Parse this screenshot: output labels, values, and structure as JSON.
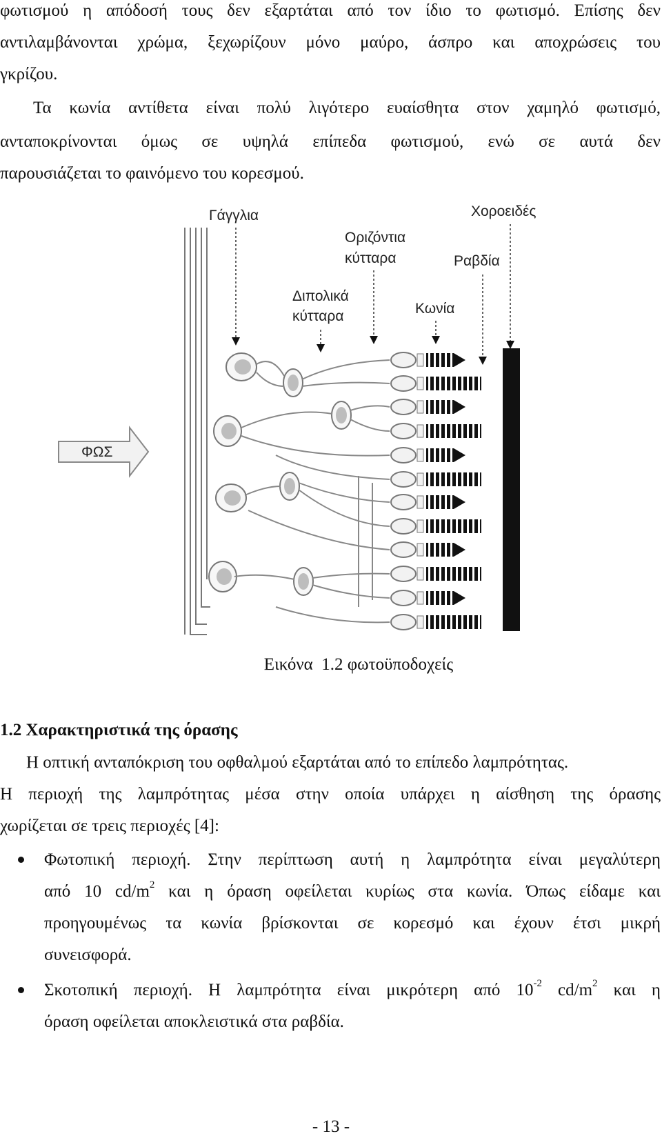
{
  "intro": {
    "line1": "φωτισμού η απόδοσή τους δεν εξαρτάται από τον ίδιο το φωτισμό. Επίσης δεν",
    "line2": "αντιλαμβάνονται χρώμα, ξεχωρίζουν μόνο μαύρο, άσπρο και αποχρώσεις του",
    "line3": "γκρίζου."
  },
  "para_cones": {
    "line1": "Τα κωνία αντίθετα είναι πολύ λιγότερο ευαίσθητα στον χαμηλό φωτισμό,",
    "line2": "ανταποκρίνονται όμως σε υψηλά επίπεδα φωτισμού, ενώ σε αυτά δεν",
    "line3": "παρουσιάζεται το φαινόμενο του κορεσμού."
  },
  "figure": {
    "labels": {
      "ganglia": "Γάγγλια",
      "choroid": "Χοροειδές",
      "horizontal_1": "Οριζόντια",
      "horizontal_2": "κύτταρα",
      "rods": "Ραβδία",
      "bipolar_1": "Διπολικά",
      "bipolar_2": "κύτταρα",
      "cones": "Κωνία",
      "light": "ΦΩΣ"
    },
    "caption_label": "Εικόνα",
    "caption_text": "1.2 φωτοϋποδοχείς"
  },
  "section": {
    "heading": "1.2 Χαρακτηριστικά της όρασης",
    "line1": "Η οπτική ανταπόκριση του οφθαλμού εξαρτάται από το επίπεδο λαμπρότητας.",
    "line2": "Η περιοχή της λαμπρότητας μέσα στην οποία υπάρχει η αίσθηση της όρασης",
    "line3": "χωρίζεται σε τρεις περιοχές [4]:"
  },
  "bullets": {
    "b1_line1": "Φωτοπική περιοχή. Στην περίπτωση αυτή η λαμπρότητα είναι μεγαλύτερη",
    "b1_line2_pre": "από 10 cd/m",
    "b1_line2_sup": "2",
    "b1_line2_post": " και η όραση οφείλεται κυρίως στα κωνία. Όπως είδαμε και",
    "b1_line3": "προηγουμένως τα κωνία βρίσκονται σε κορεσμό και έχουν έτσι μικρή",
    "b1_line4": "συνεισφορά.",
    "b2_line1_pre": "Σκοτοπική περιοχή. Η λαμπρότητα είναι μικρότερη από 10",
    "b2_line1_sup1": "-2",
    "b2_line1_mid": " cd/m",
    "b2_line1_sup2": "2",
    "b2_line1_post": " και η",
    "b2_line2": "όραση οφείλεται αποκλειστικά στα ραβδία."
  },
  "page_number": "- 13 -"
}
